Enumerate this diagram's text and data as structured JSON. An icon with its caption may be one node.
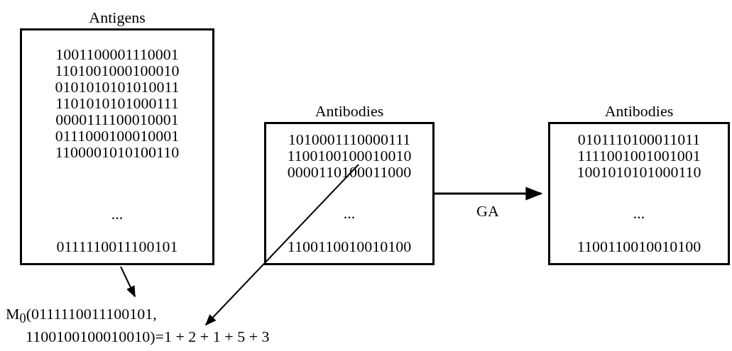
{
  "diagram": {
    "nodes": [
      {
        "text": [
          "Antigens",
          "1001100001110001",
          "1101001000100010",
          "0101010101010011",
          "1101010101000111",
          "0000111100010001",
          "0111000100010001",
          "1100001010100110",
          "...",
          "0111110011100101"
        ]
      },
      {
        "text": [
          "Antibodies",
          "1010001110000111",
          "1100100100010010",
          "0000110100011000",
          "...",
          "1100110010010100"
        ]
      },
      {
        "text": [
          "Antibodies",
          "0101110100011011",
          "1111001001001001",
          "1001010101000110",
          "...",
          "1100110010010100"
        ]
      },
      {
        "text": [
          "M$_{0}$(0111110011100101, 1100100100010010)=1 + 2 + 1 + 5 + 3"
        ]
      }
    ],
    "edges": [
      {
        "from": 0,
        "to": 3,
        "arrow": "to"
      },
      {
        "from": 1,
        "to": 3,
        "arrow": "to"
      },
      {
        "from": 1,
        "to": 2,
        "arrow": "to",
        "label": "GA"
      }
    ]
  }
}
